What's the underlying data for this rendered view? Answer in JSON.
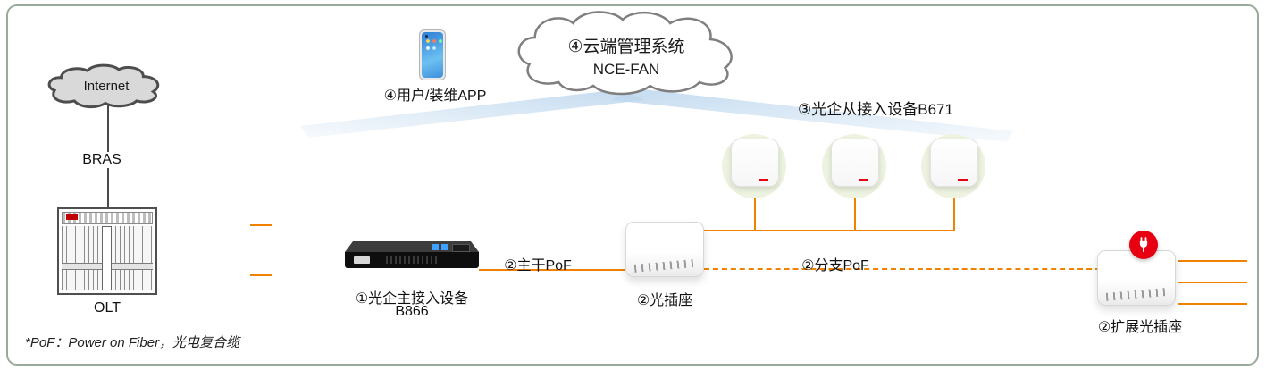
{
  "diagram": {
    "internet": {
      "label": "Internet"
    },
    "bras": {
      "label": "BRAS"
    },
    "olt": {
      "label": "OLT"
    },
    "app": {
      "label": "④用户/装维APP"
    },
    "cloud": {
      "title": "④云端管理系统",
      "name": "NCE-FAN"
    },
    "main_access": {
      "line1": "①光企主接入设备",
      "line2": "B866"
    },
    "trunk_pof": {
      "label": "②主干PoF"
    },
    "optical_socket": {
      "label": "②光插座"
    },
    "slave_access": {
      "label": "③光企从接入设备B671"
    },
    "branch_pof": {
      "label": "②分支PoF"
    },
    "extended_socket": {
      "label": "②扩展光插座"
    },
    "footnote": {
      "label": "*PoF：Power on Fiber，光电复合缆"
    }
  },
  "colors": {
    "fiber_orange": "#F08200",
    "beam_blue": "#BDD7EE",
    "cloud_gray": "#D9D9D9",
    "halo_green": "#EDF3E0",
    "badge_red": "#E60012",
    "frame_border": "#9AAA9A"
  }
}
